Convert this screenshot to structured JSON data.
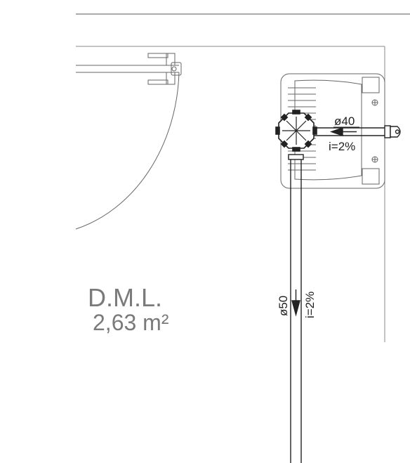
{
  "room": {
    "name": "D.M.L.",
    "area": "2,63 m²"
  },
  "pipes": {
    "horizontal": {
      "diameter": "ø40",
      "slope": "i=2%"
    },
    "vertical": {
      "diameter": "ø50",
      "slope": "i=2%"
    }
  },
  "colors": {
    "line": "#333333",
    "wall": "#888888",
    "room_text": "#7a7a7a"
  }
}
